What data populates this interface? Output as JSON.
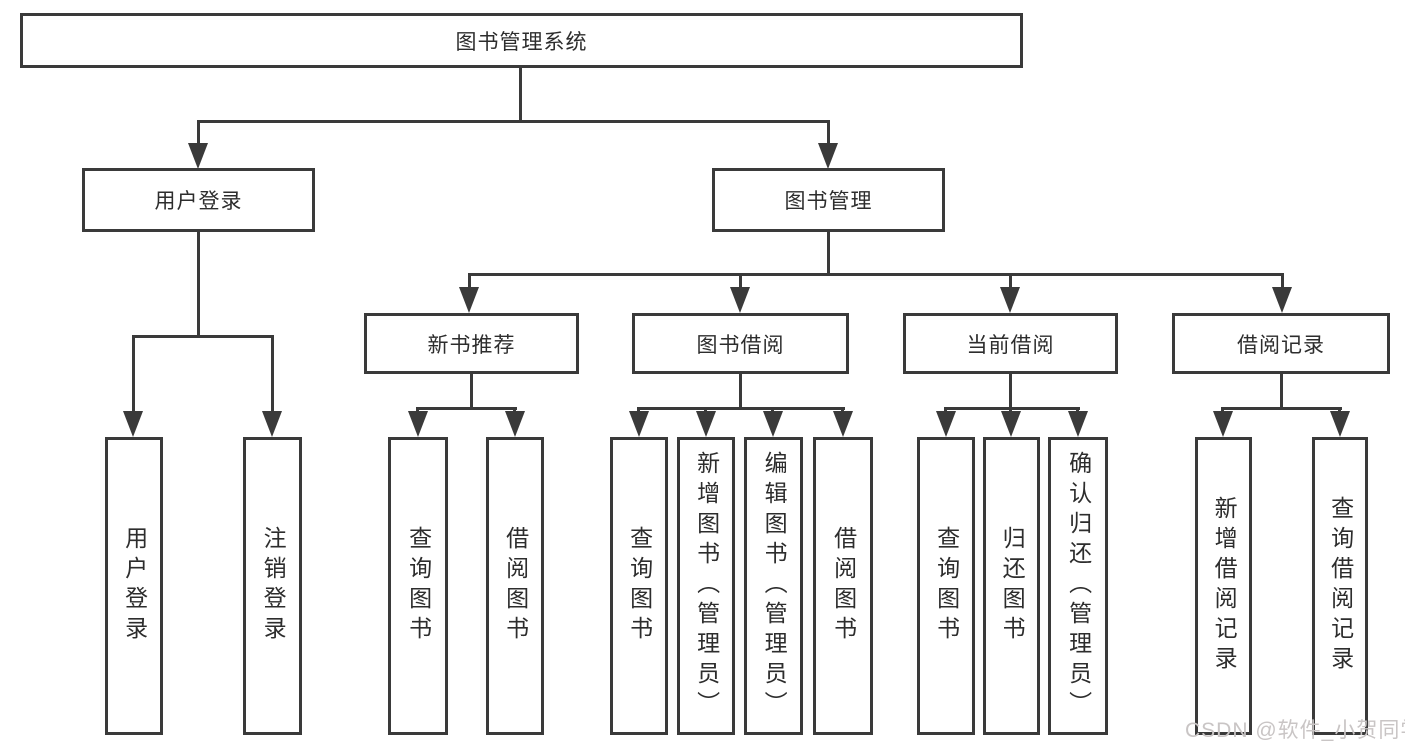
{
  "diagram": {
    "root": {
      "label": "图书管理系统"
    },
    "branches": [
      {
        "label": "用户登录",
        "children": [
          {
            "label": "用户登录"
          },
          {
            "label": "注销登录"
          }
        ]
      },
      {
        "label": "图书管理",
        "children": [
          {
            "label": "新书推荐",
            "children": [
              {
                "label": "查询图书"
              },
              {
                "label": "借阅图书"
              }
            ]
          },
          {
            "label": "图书借阅",
            "children": [
              {
                "label": "查询图书"
              },
              {
                "label": "新增图书（管理员）"
              },
              {
                "label": "编辑图书（管理员）"
              },
              {
                "label": "借阅图书"
              }
            ]
          },
          {
            "label": "当前借阅",
            "children": [
              {
                "label": "查询图书"
              },
              {
                "label": "归还图书"
              },
              {
                "label": "确认归还（管理员）"
              }
            ]
          },
          {
            "label": "借阅记录",
            "children": [
              {
                "label": "新增借阅记录"
              },
              {
                "label": "查询借阅记录"
              }
            ]
          }
        ]
      }
    ],
    "watermark": "CSDN @软件_小贺同学",
    "colors": {
      "line": "#3a3a3a",
      "watermark": "#c9c5c5",
      "background": "#ffffff"
    }
  }
}
